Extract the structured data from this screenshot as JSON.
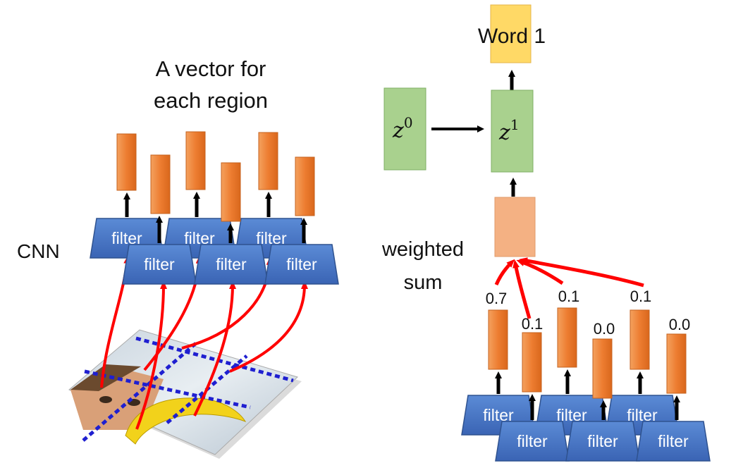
{
  "left": {
    "caption_line1": "A vector for",
    "caption_line2": "each region",
    "cnn_label": "CNN",
    "filter_label": "filter"
  },
  "right": {
    "word_label": "Word 1",
    "z0_base": "z",
    "z0_sup": "0",
    "z1_base": "z",
    "z1_sup": "1",
    "weighted_line1": "weighted",
    "weighted_line2": "sum",
    "filter_label": "filter",
    "weights": [
      "0.7",
      "0.1",
      "0.1",
      "0.0",
      "0.1",
      "0.0"
    ]
  },
  "colors": {
    "filter_blue": "#4472C4",
    "vector_orange": "#ED7D31",
    "hidden_green": "#A9D18E",
    "word_yellow": "#FFD966",
    "weighted_pink": "#F4B183",
    "attention_red": "#FF0000",
    "region_grid_blue": "#1F1FD0"
  }
}
